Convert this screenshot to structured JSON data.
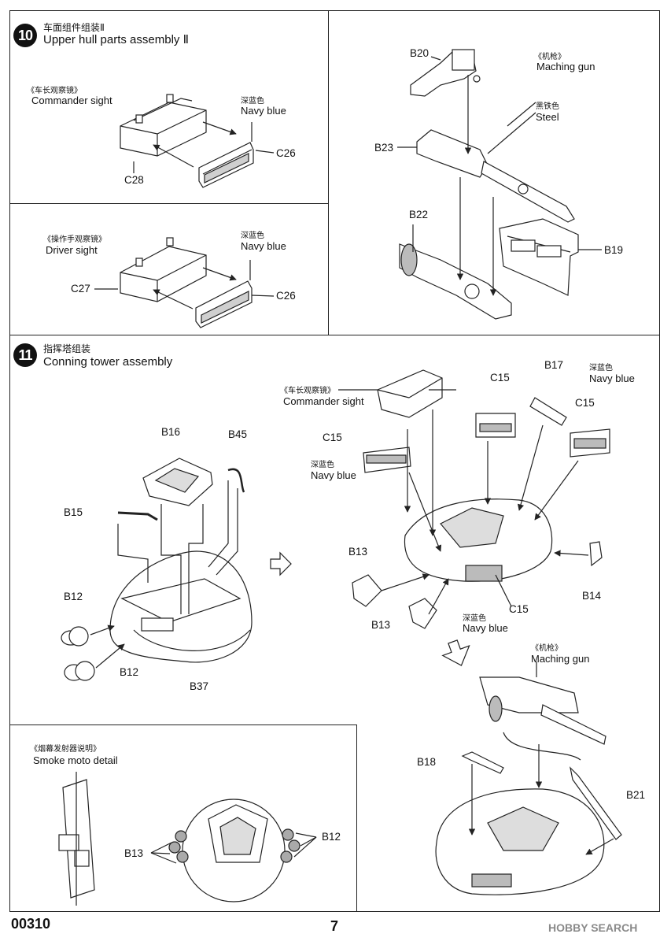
{
  "step10": {
    "number": "10",
    "title_cn": "车面组件组装Ⅱ",
    "title_en": "Upper hull parts assembly Ⅱ",
    "commander_sight": {
      "cn": "《车长观察镜》",
      "en": "Commander sight",
      "parts": [
        "C28",
        "C26"
      ],
      "color_cn": "深蓝色",
      "color_en": "Navy blue"
    },
    "driver_sight": {
      "cn": "《操作手观察镜》",
      "en": "Driver sight",
      "parts": [
        "C27",
        "C26"
      ],
      "color_cn": "深蓝色",
      "color_en": "Navy blue"
    },
    "machine_gun": {
      "cn": "《机枪》",
      "en": "Maching gun",
      "color_cn": "黑铁色",
      "color_en": "Steel",
      "parts": [
        "B20",
        "B23",
        "B22",
        "B19"
      ]
    }
  },
  "step11": {
    "number": "11",
    "title_cn": "指挥塔组装",
    "title_en": "Conning tower assembly",
    "left_parts": [
      "B16",
      "B45",
      "B15",
      "B12",
      "B12",
      "B37"
    ],
    "right": {
      "commander_cn": "《车长观察镜》",
      "commander_en": "Commander sight",
      "parts": [
        "C15",
        "B17",
        "C15",
        "C15",
        "B13",
        "B13",
        "B14",
        "C15"
      ],
      "navy_cn": "深蓝色",
      "navy_en": "Navy blue"
    },
    "bottom_right": {
      "cn": "《机枪》",
      "en": "Maching gun",
      "parts": [
        "B18",
        "B21"
      ]
    },
    "smoke": {
      "cn": "《烟幕发射器说明》",
      "en": "Smoke moto detail",
      "parts": [
        "B13",
        "B12"
      ]
    }
  },
  "footer": {
    "code": "00310",
    "page": "7",
    "watermark": "HOBBY SEARCH"
  }
}
